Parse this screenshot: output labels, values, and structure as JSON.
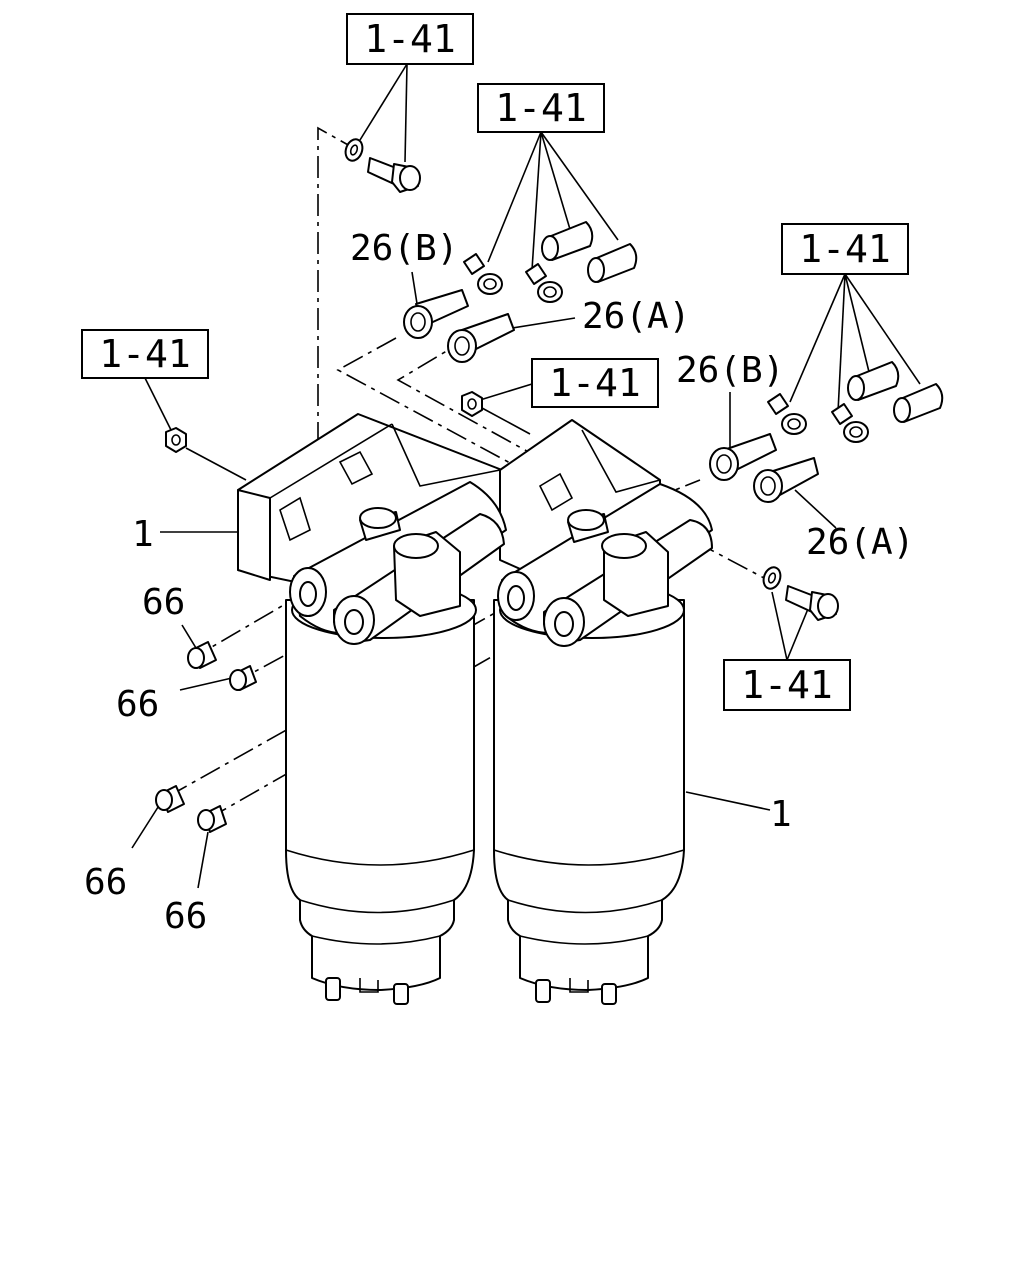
{
  "diagram": {
    "ref_labels": [
      "1-41",
      "1-41",
      "1-41",
      "1-41",
      "1-41",
      "1-41"
    ],
    "part_labels": {
      "part_26b_left": "26(B)",
      "part_26a_left": "26(A)",
      "part_26b_right": "26(B)",
      "part_26a_right": "26(A)",
      "part_1_left": "1",
      "part_1_right": "1",
      "part_66_a": "66",
      "part_66_b": "66",
      "part_66_c": "66",
      "part_66_d": "66"
    }
  }
}
